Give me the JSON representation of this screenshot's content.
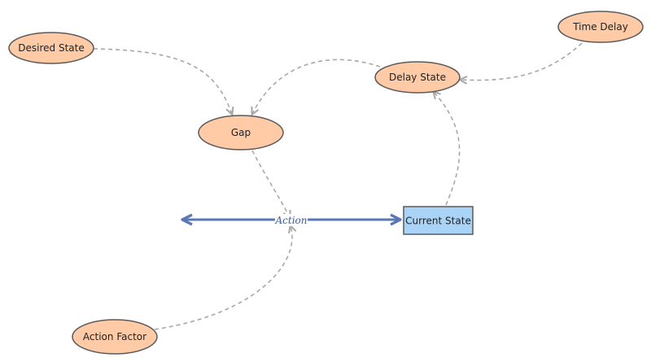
{
  "nodes": {
    "desired_state": "Desired State",
    "time_delay": "Time Delay",
    "delay_state": "Delay State",
    "gap": "Gap",
    "current_state": "Current State",
    "action_factor": "Action Factor"
  },
  "flow": {
    "label": "Action"
  },
  "colors": {
    "auxiliary_fill": "#ffcaa6",
    "auxiliary_stroke": "#5a5a5a",
    "stock_fill": "#a9d4f7",
    "stock_stroke": "#5a5a5a",
    "flow_color": "#5b78b5",
    "link_color": "#a8a8a8"
  }
}
